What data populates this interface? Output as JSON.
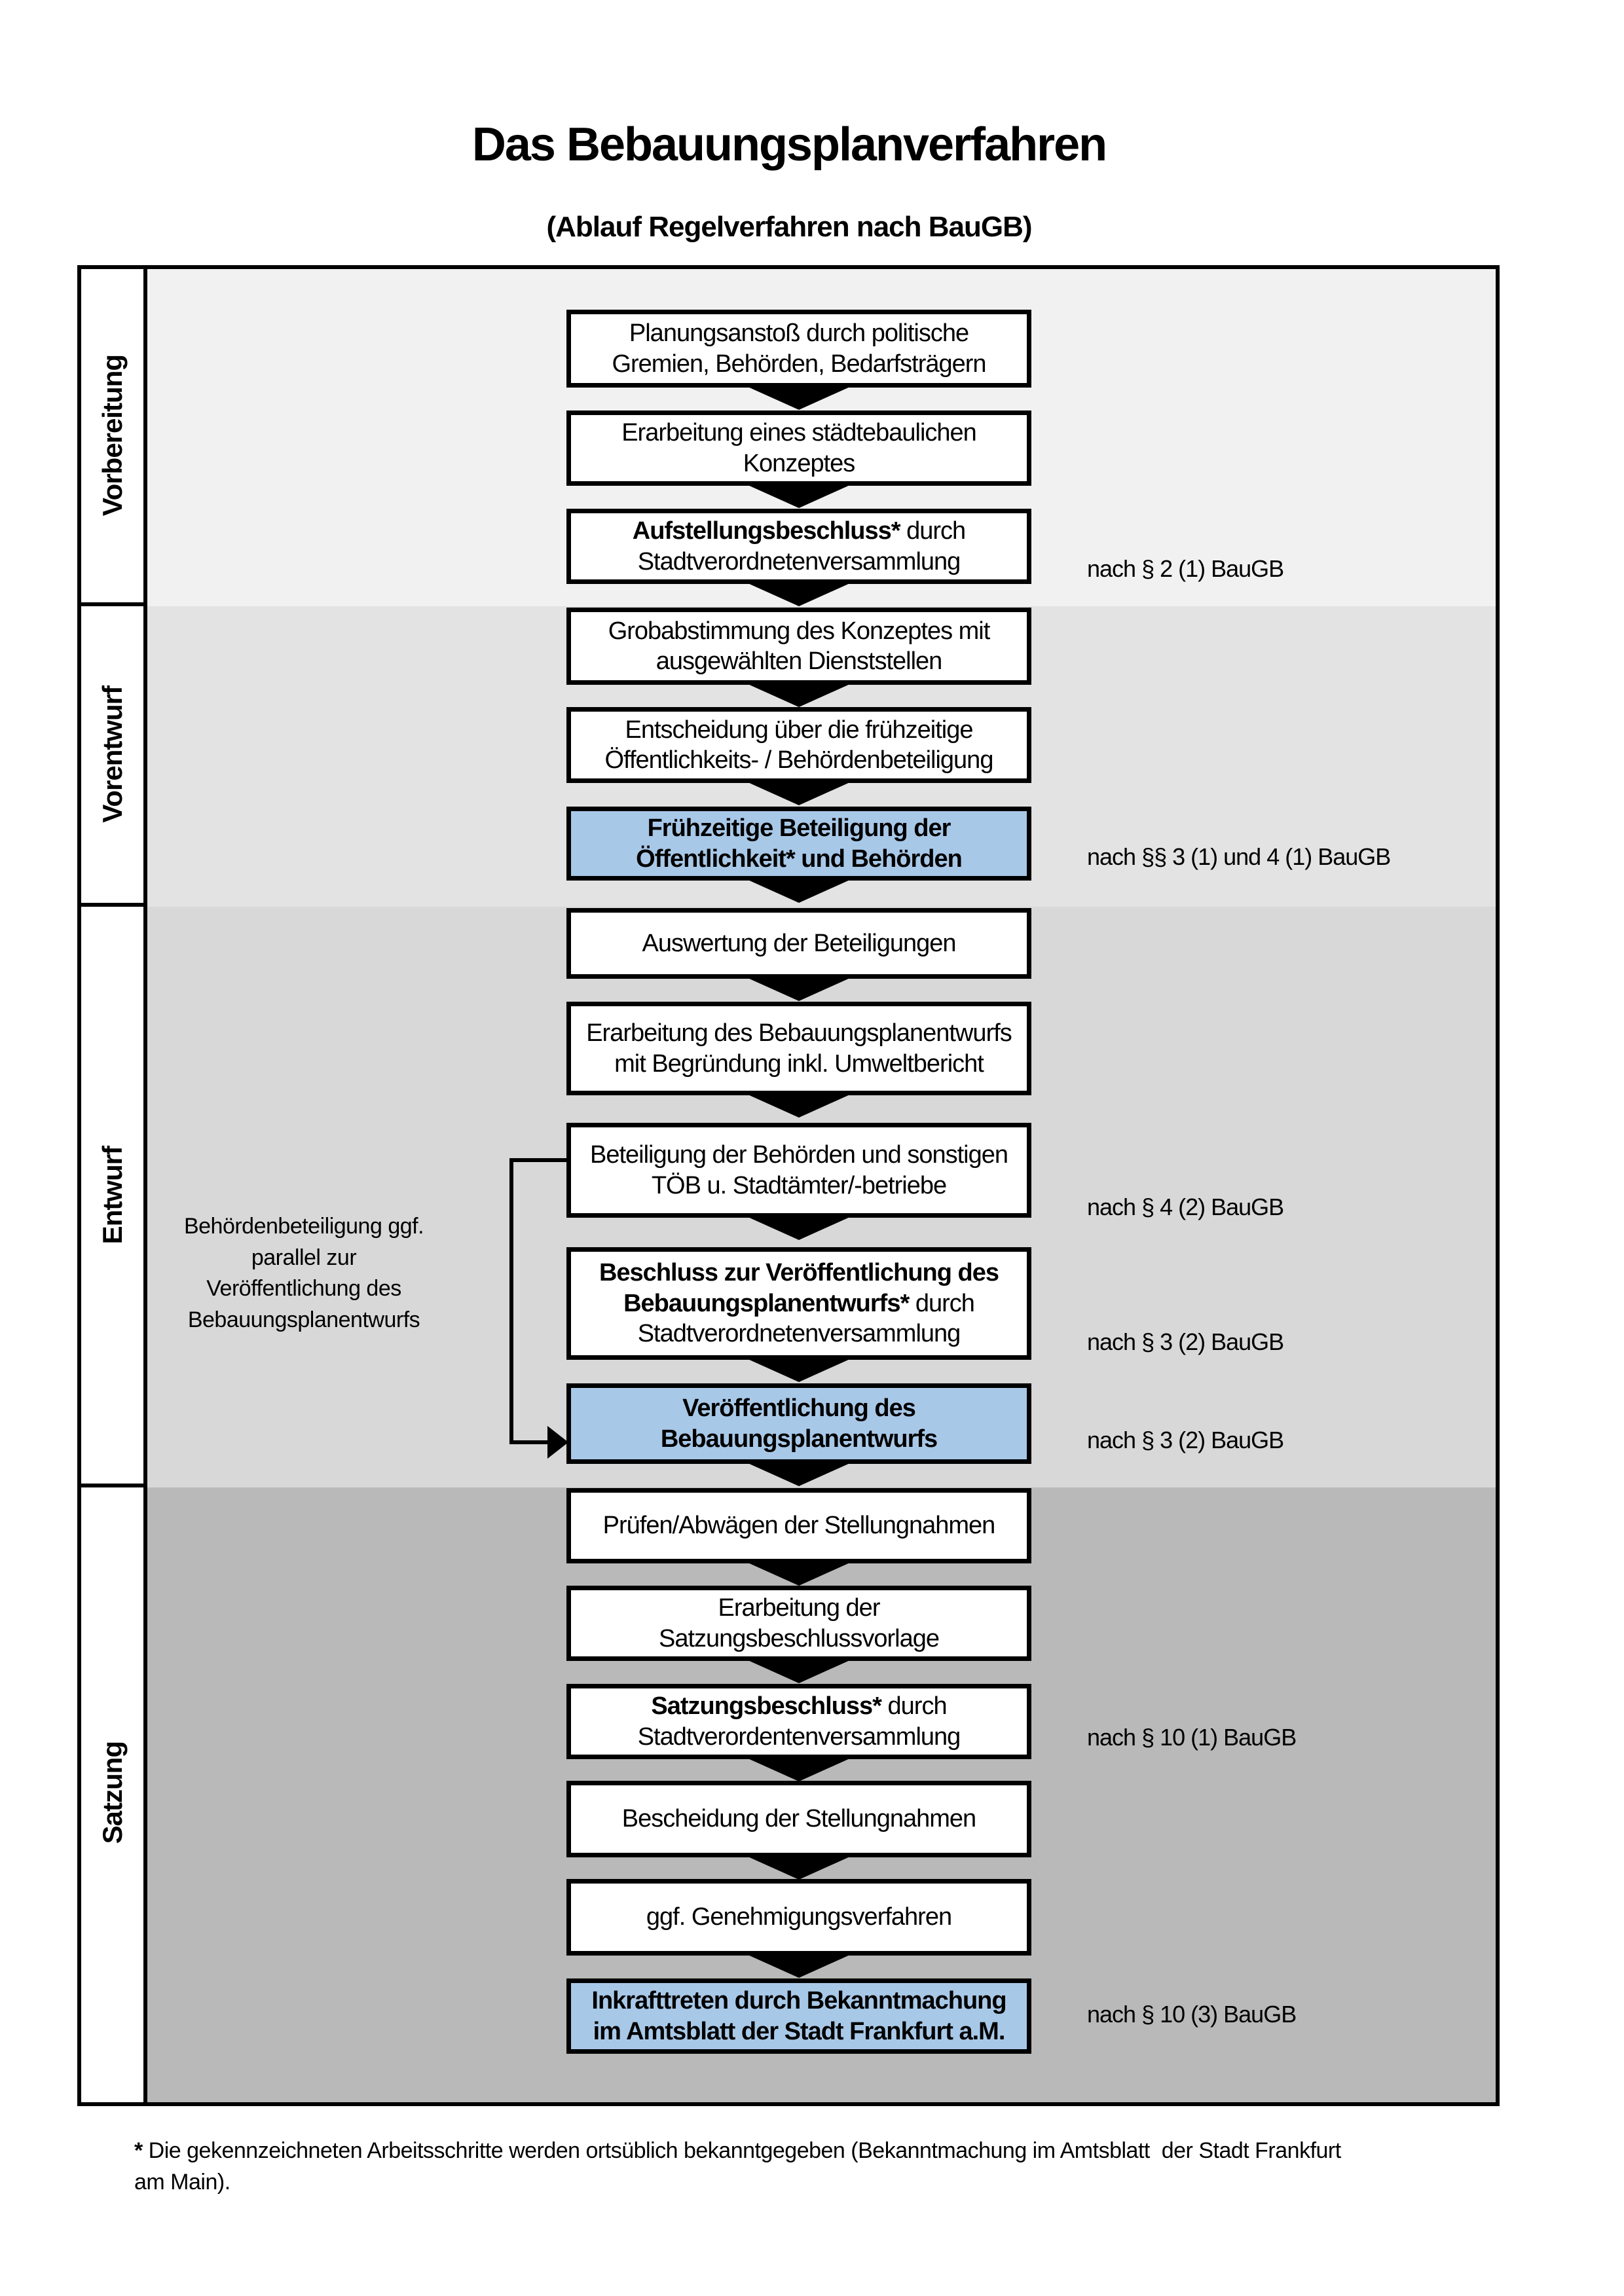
{
  "title": "Das Bebauungsplanverfahren",
  "subtitle": "(Ablauf Regelverfahren nach BauGB)",
  "colors": {
    "highlight_blue": "#A8C8E8",
    "band_vorbereitung": "#f1f1f1",
    "band_vorentwurf": "#e3e3e3",
    "band_entwurf": "#d8d8d8",
    "band_satzung": "#b9b9b9",
    "box_border": "#000000"
  },
  "sections": [
    {
      "label": "Vorbereitung"
    },
    {
      "label": "Vorentwurf"
    },
    {
      "label": "Entwurf"
    },
    {
      "label": "Satzung"
    }
  ],
  "steps": [
    {
      "text": "Planungsanstoß durch politische Gremien, Behörden, Bedarfsträgern"
    },
    {
      "text": "Erarbeitung eines städtebaulichen Konzeptes"
    },
    {
      "bold": "Aufstellungsbeschluss*",
      "text": " durch Stadtverordnetenversammlung"
    },
    {
      "text": "Grobabstimmung des Konzeptes mit ausgewählten Dienststellen"
    },
    {
      "text": "Entscheidung über die frühzeitige Öffentlichkeits- / Behördenbeteiligung"
    },
    {
      "bold": "Frühzeitige Beteiligung der Öffentlichkeit* und Behörden",
      "highlight": true
    },
    {
      "text": "Auswertung der Beteiligungen"
    },
    {
      "text": "Erarbeitung des Bebauungsplanentwurfs mit Begründung inkl. Umweltbericht"
    },
    {
      "text": "Beteiligung der Behörden und sonstigen TÖB u. Stadtämter/-betriebe"
    },
    {
      "bold": "Beschluss zur Veröffentlichung des Bebauungsplanentwurfs*",
      "text": " durch Stadtverordnetenversammlung"
    },
    {
      "bold": "Veröffentlichung des Bebauungsplanentwurfs",
      "highlight": true
    },
    {
      "text": "Prüfen/Abwägen der Stellungnahmen"
    },
    {
      "text": "Erarbeitung der Satzungsbeschlussvorlage"
    },
    {
      "bold": "Satzungsbeschluss*",
      "text": " durch Stadtverordentenversammlung"
    },
    {
      "text": "Bescheidung der Stellungnahmen"
    },
    {
      "text": "ggf. Genehmigungsverfahren"
    },
    {
      "bold": "Inkrafttreten",
      "text": " durch Bekanntmachung im Amtsblatt der Stadt Frankfurt a.M.",
      "highlight": true
    }
  ],
  "references": [
    "nach § 2 (1) BauGB",
    "nach §§ 3 (1) und 4 (1) BauGB",
    "nach § 4 (2) BauGB",
    "nach § 3 (2) BauGB",
    "nach § 3 (2) BauGB",
    "nach § 10 (1) BauGB",
    "nach § 10 (3) BauGB"
  ],
  "side_note": "Behördenbeteiligung ggf. parallel zur Veröffentlichung des Bebauungsplanentwurfs",
  "footnote": {
    "marker": "*",
    "text": " Die gekennzeichneten Arbeitsschritte werden ortsüblich bekanntgegeben (Bekanntmachung im Amtsblatt  der Stadt Frankfurt am Main)."
  }
}
